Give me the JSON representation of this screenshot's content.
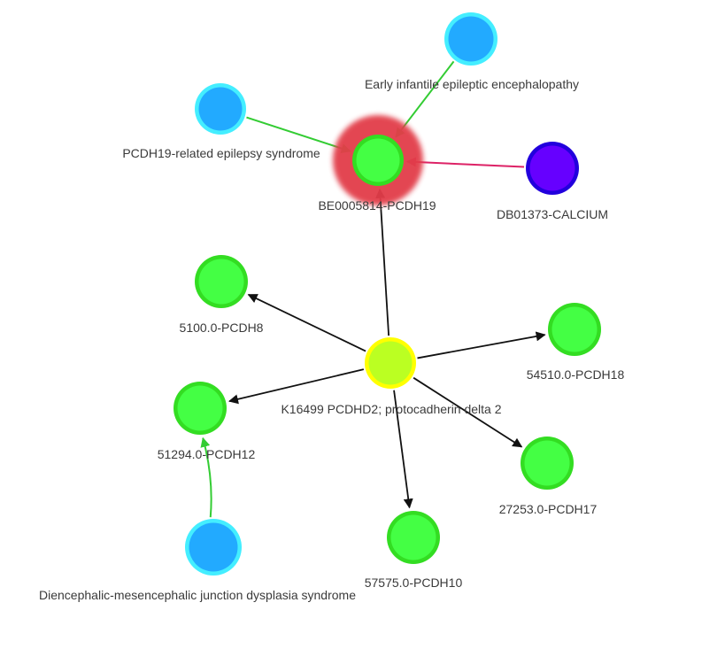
{
  "graph": {
    "nodes": [
      {
        "id": "be0005814",
        "label": "BE0005814-PCDH19",
        "kind": "gene",
        "fill": "#44ff44",
        "stroke": "#33dd22",
        "halo": "#e23c4a"
      },
      {
        "id": "early-infantile",
        "label": "Early infantile epileptic encephalopathy",
        "kind": "disease",
        "fill": "#22aaff",
        "stroke": "#44eeff"
      },
      {
        "id": "pcdh19-epilepsy",
        "label": "PCDH19-related epilepsy syndrome",
        "kind": "disease",
        "fill": "#22aaff",
        "stroke": "#44eeff"
      },
      {
        "id": "db01373",
        "label": "DB01373-CALCIUM",
        "kind": "drug",
        "fill": "#6600ff",
        "stroke": "#2200dd"
      },
      {
        "id": "k16499",
        "label": "K16499 PCDHD2; protocadherin delta 2",
        "kind": "ortholog-group",
        "fill": "#bbff22",
        "stroke": "#ffff00"
      },
      {
        "id": "pcdh8",
        "label": "5100.0-PCDH8",
        "kind": "gene",
        "fill": "#44ff44",
        "stroke": "#33dd22"
      },
      {
        "id": "pcdh18",
        "label": "54510.0-PCDH18",
        "kind": "gene",
        "fill": "#44ff44",
        "stroke": "#33dd22"
      },
      {
        "id": "pcdh12",
        "label": "51294.0-PCDH12",
        "kind": "gene",
        "fill": "#44ff44",
        "stroke": "#33dd22"
      },
      {
        "id": "pcdh17",
        "label": "27253.0-PCDH17",
        "kind": "gene",
        "fill": "#44ff44",
        "stroke": "#33dd22"
      },
      {
        "id": "pcdh10",
        "label": "57575.0-PCDH10",
        "kind": "gene",
        "fill": "#44ff44",
        "stroke": "#33dd22"
      },
      {
        "id": "diencephalic",
        "label": "Diencephalic-mesencephalic junction dysplasia syndrome",
        "kind": "disease",
        "fill": "#22aaff",
        "stroke": "#44eeff"
      }
    ],
    "edges": [
      {
        "from": "early-infantile",
        "to": "be0005814",
        "color": "#33cc33"
      },
      {
        "from": "pcdh19-epilepsy",
        "to": "be0005814",
        "color": "#33cc33"
      },
      {
        "from": "db01373",
        "to": "be0005814",
        "color": "#dd2266"
      },
      {
        "from": "k16499",
        "to": "be0005814",
        "color": "#111111"
      },
      {
        "from": "k16499",
        "to": "pcdh8",
        "color": "#111111"
      },
      {
        "from": "k16499",
        "to": "pcdh18",
        "color": "#111111"
      },
      {
        "from": "k16499",
        "to": "pcdh12",
        "color": "#111111"
      },
      {
        "from": "k16499",
        "to": "pcdh17",
        "color": "#111111"
      },
      {
        "from": "k16499",
        "to": "pcdh10",
        "color": "#111111"
      },
      {
        "from": "diencephalic",
        "to": "pcdh12",
        "color": "#33cc33"
      }
    ]
  }
}
